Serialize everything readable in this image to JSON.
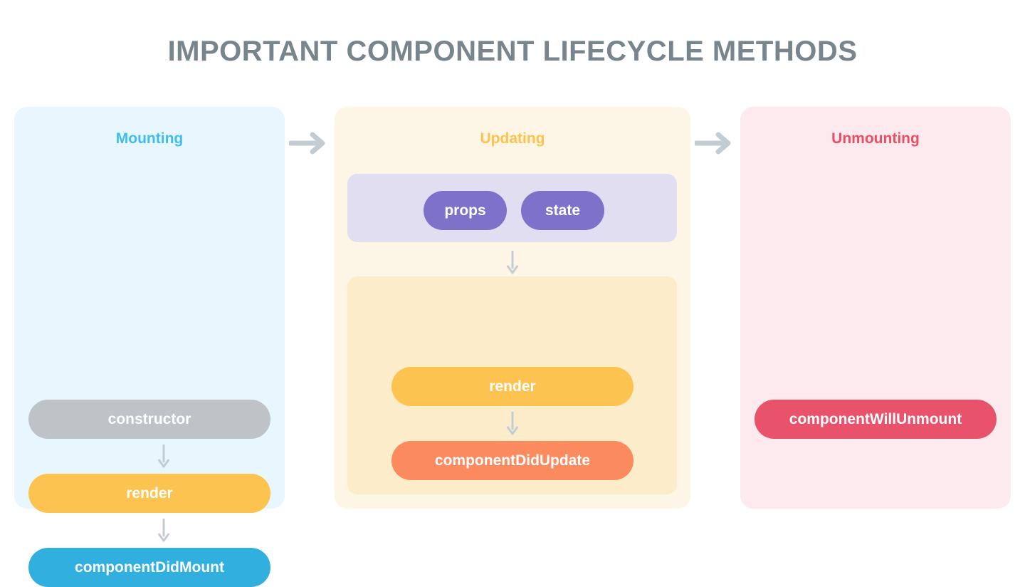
{
  "page": {
    "title": "IMPORTANT COMPONENT LIFECYCLE METHODS",
    "background": "#ffffff",
    "title_color": "#78858d"
  },
  "colors": {
    "mounting_bg": "#e8f6fd",
    "mounting_accent": "#3fbdf0",
    "updating_bg": "#fdf6e7",
    "updating_accent": "#fcc24c",
    "updating_inner_bg": "#fdecca",
    "unmounting_bg": "#fdeaee",
    "unmounting_accent": "#ea4e63",
    "props_state_panel_bg": "#e0def0",
    "props_state_pill": "#7d71c9",
    "constructor_pill": "#bdc3c7",
    "render_pill": "#fdc351",
    "component_did_mount_pill": "#31b0e0",
    "component_did_update_pill": "#fb8b5f",
    "component_will_unmount_pill": "#e8536b",
    "arrow": "#c3ccd3"
  },
  "columns": [
    {
      "id": "mounting",
      "heading": "Mounting",
      "methods": [
        {
          "label": "constructor",
          "color": "#bdc3c7"
        },
        {
          "label": "render",
          "color": "#fdc351"
        },
        {
          "label": "componentDidMount",
          "color": "#31b0e0"
        }
      ]
    },
    {
      "id": "updating",
      "heading": "Updating",
      "triggers": [
        {
          "label": "props"
        },
        {
          "label": "state"
        }
      ],
      "methods": [
        {
          "label": "render",
          "color": "#fdc351"
        },
        {
          "label": "componentDidUpdate",
          "color": "#fb8b5f"
        }
      ]
    },
    {
      "id": "unmounting",
      "heading": "Unmounting",
      "methods": [
        {
          "label": "componentWillUnmount",
          "color": "#e8536b"
        }
      ]
    }
  ],
  "arrows": {
    "between_mounting_updating": "right-arrow",
    "between_updating_unmounting": "right-arrow",
    "flow_down": "down-arrow"
  }
}
